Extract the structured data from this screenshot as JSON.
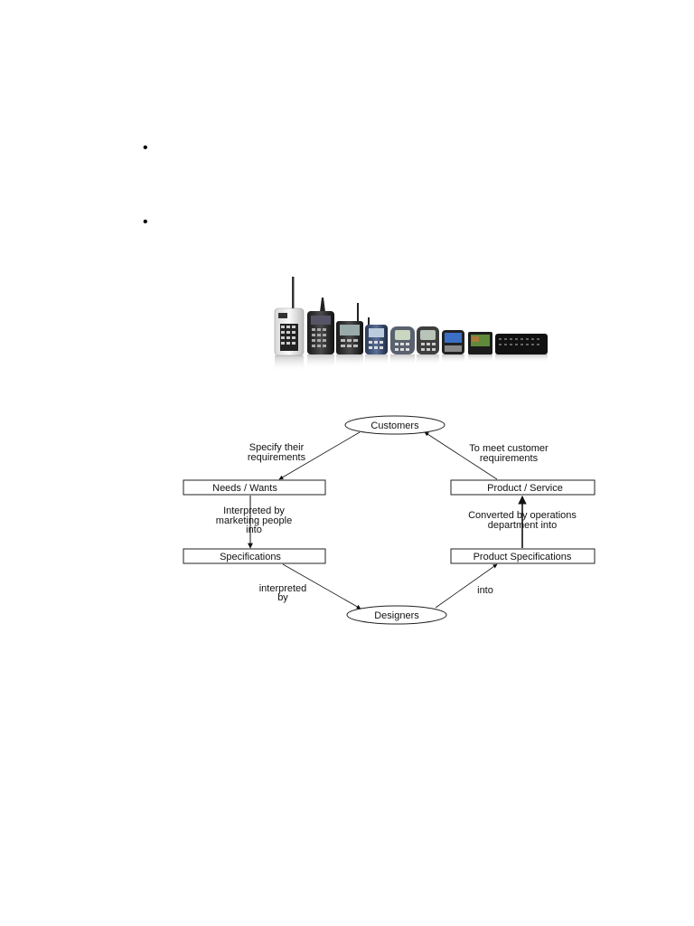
{
  "bullets": [
    "•",
    "•"
  ],
  "diagram": {
    "nodes": {
      "customers": "Customers",
      "needs_wants": "Needs / Wants",
      "specifications": "Specifications",
      "designers": "Designers",
      "product_specifications": "Product Specifications",
      "product_service": "Product / Service"
    },
    "edges": {
      "specify_1": "Specify their",
      "specify_2": "requirements",
      "interpreted_marketing_1": "Interpreted by",
      "interpreted_marketing_2": "marketing people",
      "interpreted_marketing_3": "into",
      "interpreted_by_1": "interpreted",
      "interpreted_by_2": "by",
      "into": "into",
      "converted_1": "Converted by operations",
      "converted_2": "department into",
      "meet_1": "To meet customer",
      "meet_2": "requirements"
    }
  }
}
